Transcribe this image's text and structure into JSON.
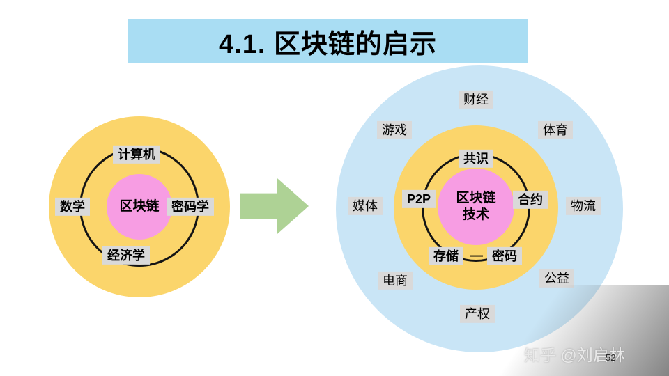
{
  "title": "4.1. 区块链的启示",
  "left_diagram": {
    "center": "区块链",
    "top": "计算机",
    "left": "数学",
    "right": "密码学",
    "bottom": "经济学"
  },
  "right_diagram": {
    "center_line1": "区块链",
    "center_line2": "技术",
    "inner": {
      "top": "共识",
      "left": "P2P",
      "right": "合约",
      "bottom_left": "存储",
      "separator": "—",
      "bottom_right": "密码"
    },
    "outer": {
      "top": "财经",
      "upper_left": "游戏",
      "upper_right": "体育",
      "left": "媒体",
      "right": "物流",
      "lower_left": "电商",
      "lower_right": "公益",
      "bottom": "产权"
    }
  },
  "footer": {
    "watermark": "知乎 @刘启林",
    "page_number": "52"
  },
  "colors": {
    "title_bg": "#A9DDF3",
    "outer_blue": "#C9E5F6",
    "yellow": "#FBD56B",
    "pink": "#F79DE3",
    "arrow_green": "#AED295",
    "tag_bg": "#D9D9D9",
    "ring_stroke": "#141414"
  }
}
